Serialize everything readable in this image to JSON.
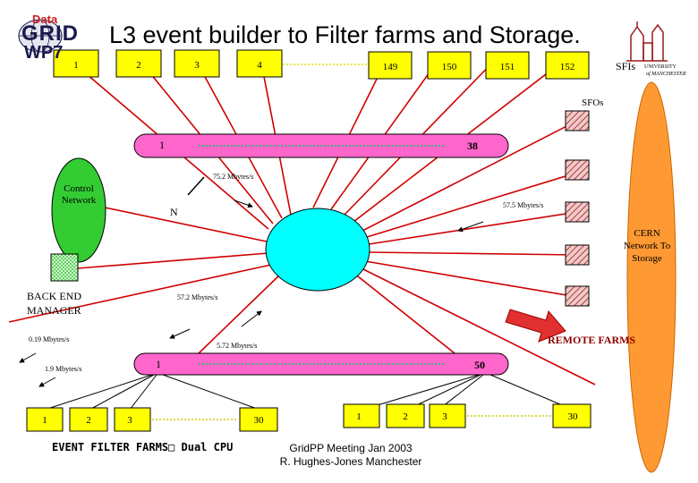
{
  "header": {
    "title": "L3 event builder to Filter farms and Storage.",
    "logo": {
      "line1": "Data",
      "line2": "GRID",
      "line3": "WP7"
    },
    "university_logo": {
      "line1": "UNIVERSITY",
      "line2": "of MANCHESTER"
    }
  },
  "top_switches": [
    "1",
    "2",
    "3",
    "4",
    "149",
    "150",
    "151",
    "152"
  ],
  "labels": {
    "sfis": "SFIs",
    "sfos": "SFOs",
    "control_network": "Control Network",
    "back_end_manager": "BACK END MANAGER",
    "cern_network": "CERN Network To Storage",
    "remote_farms": "REMOTE FARMS",
    "event_filter_farms": "EVENT FILTER FARMS□ Dual CPU",
    "n": "N"
  },
  "upper_bar": {
    "left": "1",
    "right": "38"
  },
  "lower_bar": {
    "left": "1",
    "right": "50"
  },
  "rates": {
    "r1": "75.2 Mbytes/s",
    "r2": "57.5 Mbytes/s",
    "r3": "57.2 Mbytes/s",
    "r4": "0.19 Mbytes/s",
    "r5": "5.72 Mbytes/s",
    "r6": "1.9 Mbytes/s"
  },
  "bottom_nodes": [
    "1",
    "2",
    "3",
    "30",
    "1",
    "2",
    "3",
    "30"
  ],
  "footer": {
    "line1": "GridPP Meeting Jan 2003",
    "line2": "R. Hughes-Jones  Manchester"
  },
  "colors": {
    "box_fill": "#ffff00",
    "line_red": "#d00000",
    "bar_fill": "#ff66cc",
    "bar_dots": "#00cc66",
    "control_network": "#33cc33",
    "core_switch": "#00ffff",
    "remote_farms": "#ff9933",
    "arrow": "#e03030"
  }
}
